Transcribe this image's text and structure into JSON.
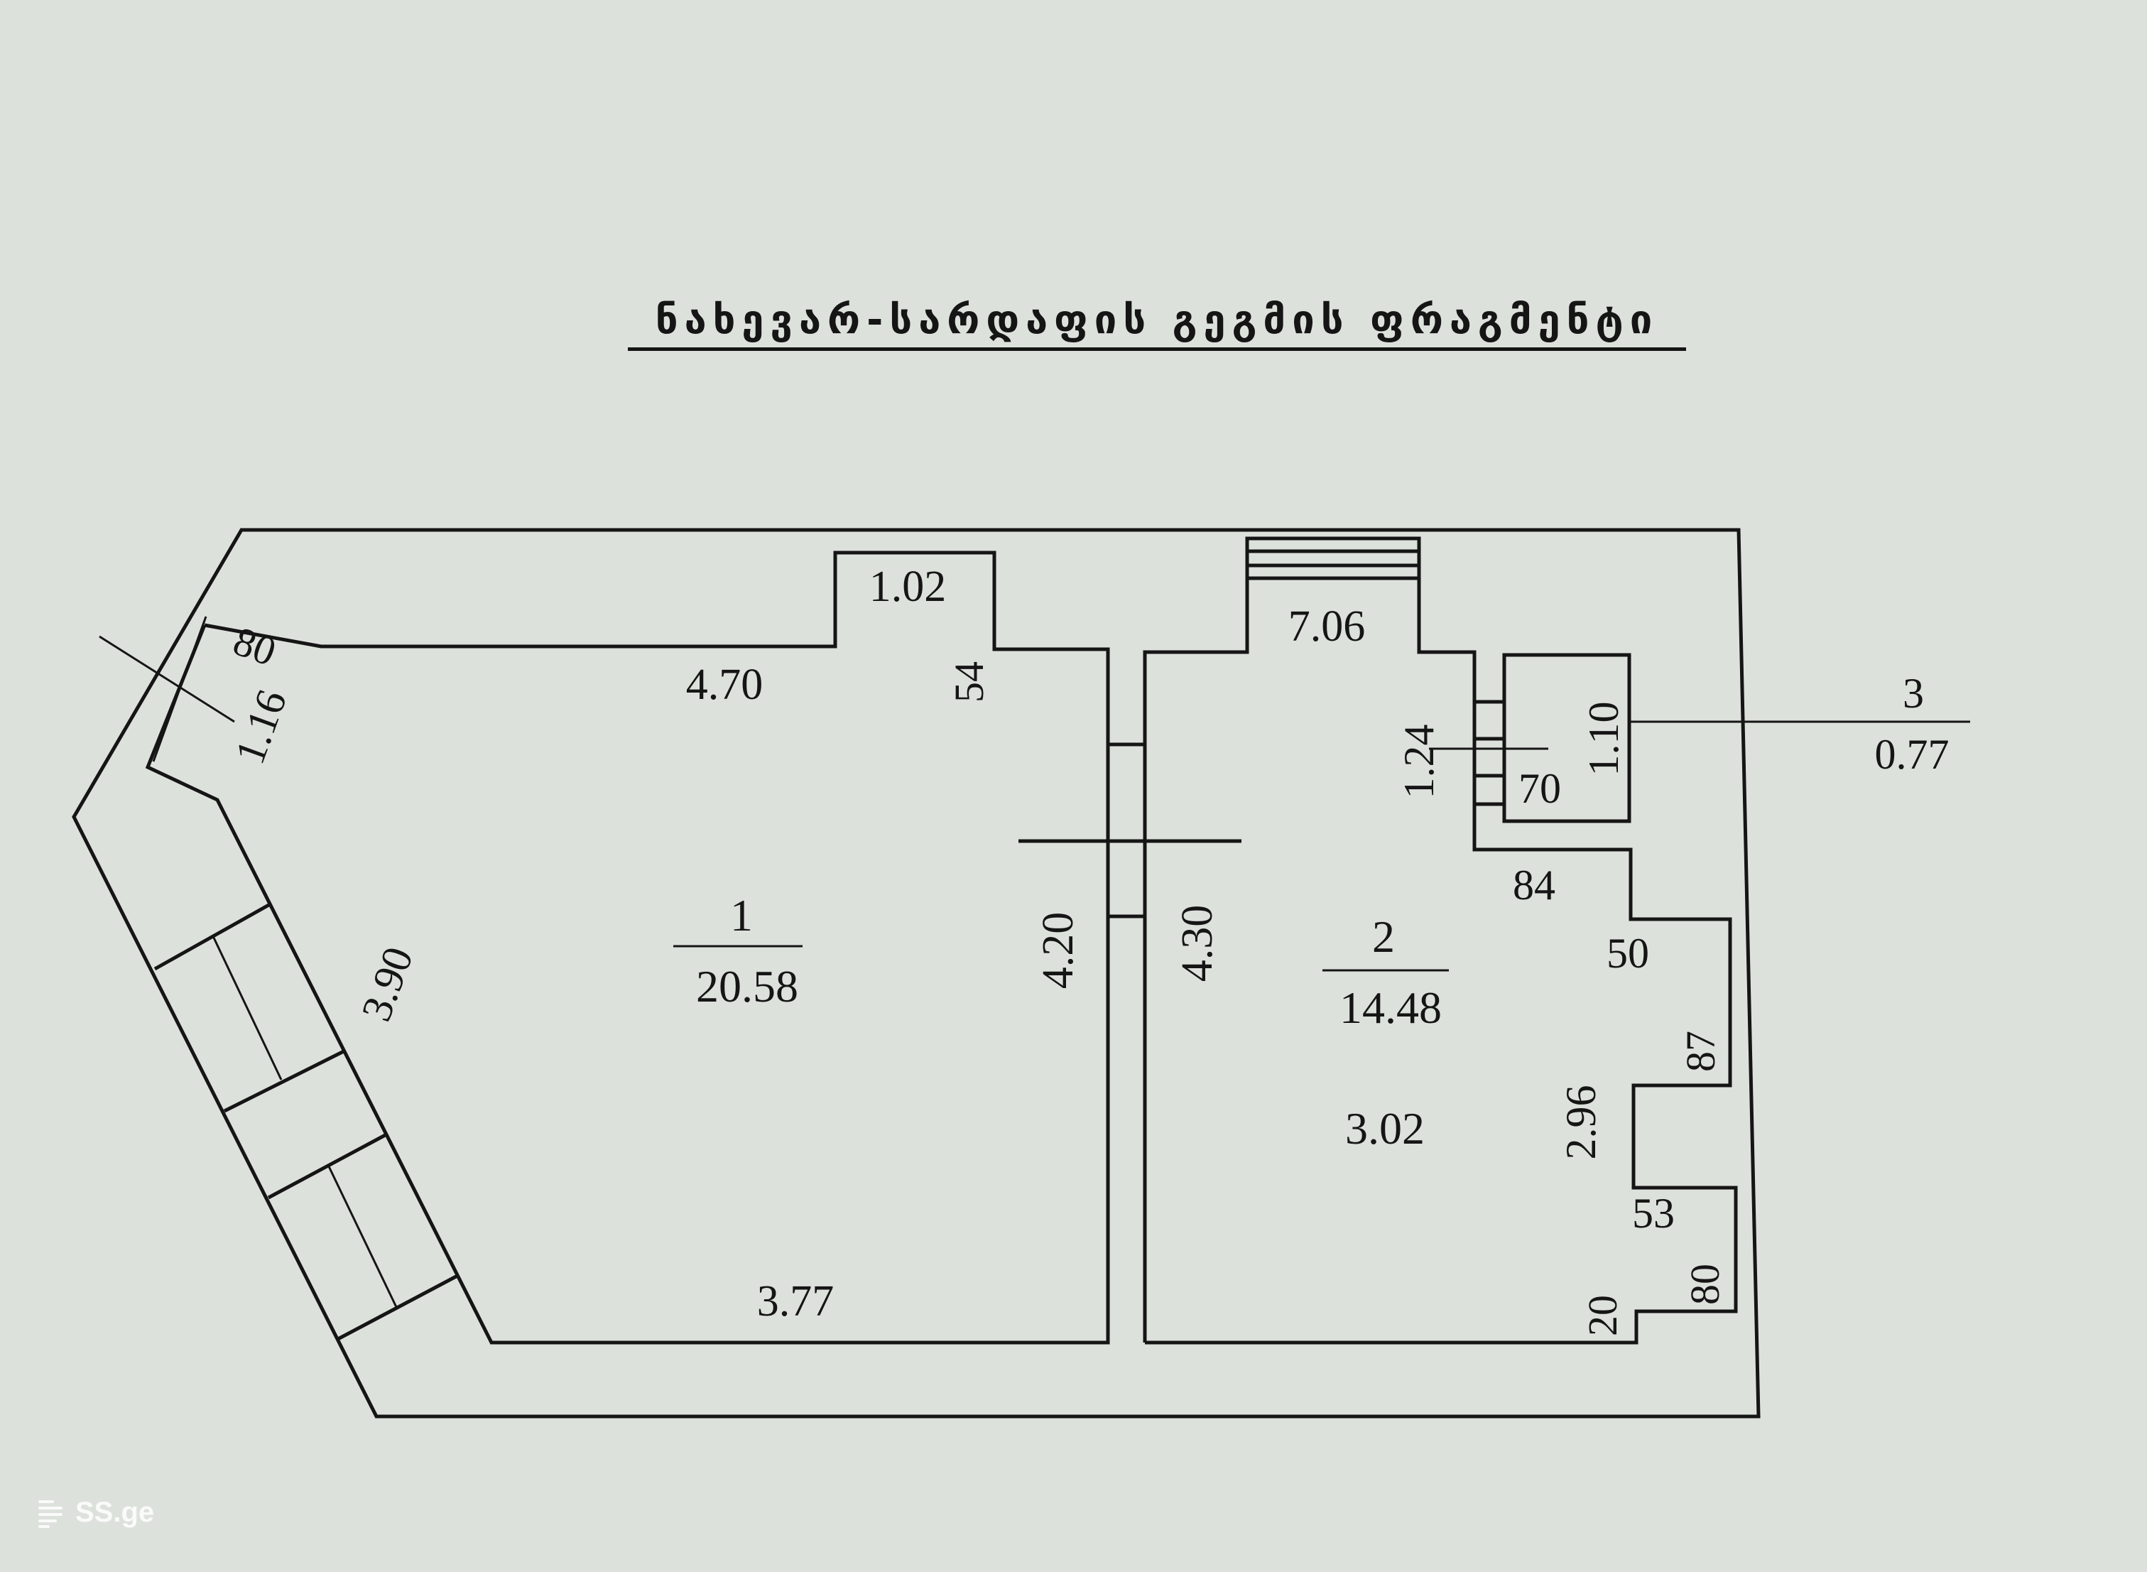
{
  "title": "ნახევარ-სარდაფის გეგმის ფრაგმენტი",
  "watermark": {
    "text": "SS.ge",
    "icon": "ss-logo-icon"
  },
  "rooms": [
    {
      "number": "1",
      "area": "20.58"
    },
    {
      "number": "2",
      "area": "14.48"
    },
    {
      "number": "3",
      "area": "0.77"
    }
  ],
  "dimensions": {
    "d_102": "1.02",
    "d_470": "4.70",
    "d_54": "54",
    "d_80_top": "80",
    "d_116": "1.16",
    "d_390": "3.90",
    "d_377": "3.77",
    "d_420": "4.20",
    "d_430": "4.30",
    "d_706": "7.06",
    "d_124": "1.24",
    "d_70": "70",
    "d_110": "1.10",
    "d_84": "84",
    "d_50": "50",
    "d_87": "87",
    "d_296": "2.96",
    "d_302": "3.02",
    "d_53": "53",
    "d_20": "20",
    "d_80_right": "80"
  },
  "colors": {
    "paper": "#dde1dc",
    "ink": "#151515"
  }
}
